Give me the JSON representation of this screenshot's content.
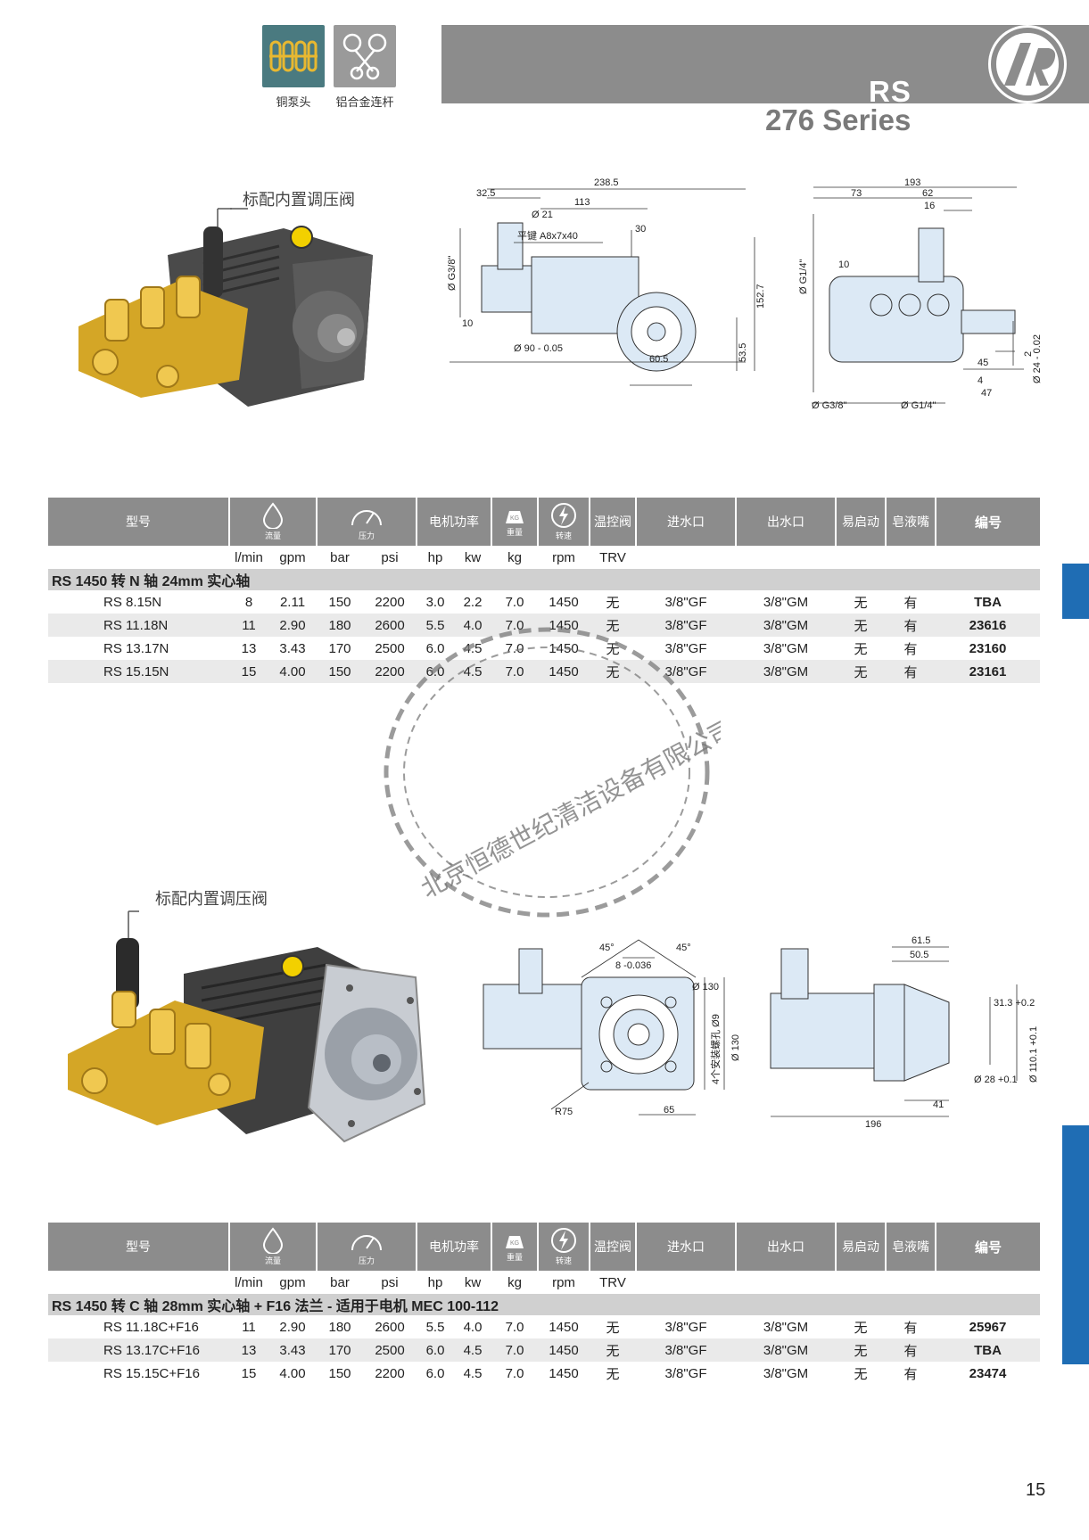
{
  "features": [
    {
      "icon": "copper-pump-head-icon",
      "label": "铜泵头",
      "color": "#4a7a80"
    },
    {
      "icon": "aluminum-connecting-rod-icon",
      "label": "铝合金连杆",
      "color": "#9a9a9a"
    }
  ],
  "header": {
    "series_code": "RS",
    "series_name": "276 Series",
    "logo_icon": "ar-logo-icon",
    "band_color": "#8c8c8c",
    "accent_color": "#1f6db4"
  },
  "product1": {
    "callout": "标配内置调压阀",
    "drawing_labels": {
      "d238": "238.5",
      "d32": "32.5",
      "d113": "113",
      "d21": "Ø 21",
      "g38": "Ø G3/8\"",
      "key": "平键 A8x7x40",
      "d30": "30",
      "d152": "152.7",
      "d53": "53.5",
      "d10": "10",
      "d90": "Ø 90 - 0.05",
      "d60": "60.5",
      "d193": "193",
      "d73": "73",
      "d62": "62",
      "d16": "16",
      "g14v": "Ø G1/4\"",
      "d10b": "10",
      "d45": "45",
      "d2": "2",
      "d4": "4",
      "d47": "47",
      "d24": "Ø 24 - 0.02",
      "g38b": "Ø G3/8\"",
      "g14b": "Ø G1/4\""
    }
  },
  "product2": {
    "callout": "标配内置调压阀",
    "drawing_labels": {
      "a45l": "45°",
      "a45r": "45°",
      "d8": "8 -0.036",
      "d130": "Ø 130",
      "holes": "4个安装螺孔 Ø9",
      "d130v": "Ø 130",
      "r75": "R75",
      "d65": "65",
      "d61": "61.5",
      "d50": "50.5",
      "d31": "31.3 +0.2",
      "d110": "Ø 110.1 +0.1",
      "d28": "Ø 28 +0.1",
      "d41": "41",
      "d196": "196"
    }
  },
  "table_headers": {
    "model": "型号",
    "flow_sub": "流量",
    "pressure_sub": "压力",
    "power": "电机功率",
    "weight_icon_text": "KG",
    "weight_sub": "重量",
    "speed_sub": "转速",
    "trv": "温控阀",
    "inlet": "进水口",
    "outlet": "出水口",
    "easy_start": "易启动",
    "soap": "皂液嘴",
    "code": "编号"
  },
  "units": [
    "l/min",
    "gpm",
    "bar",
    "psi",
    "hp",
    "kw",
    "kg",
    "rpm",
    "TRV"
  ],
  "table1": {
    "section": "RS 1450 转 N 轴 24mm 实心轴",
    "rows": [
      {
        "model": "RS 8.15N",
        "lmin": "8",
        "gpm": "2.11",
        "bar": "150",
        "psi": "2200",
        "hp": "3.0",
        "kw": "2.2",
        "kg": "7.0",
        "rpm": "1450",
        "trv": "无",
        "inlet": "3/8\"GF",
        "outlet": "3/8\"GM",
        "easy": "无",
        "soap": "有",
        "code": "TBA"
      },
      {
        "model": "RS 11.18N",
        "lmin": "11",
        "gpm": "2.90",
        "bar": "180",
        "psi": "2600",
        "hp": "5.5",
        "kw": "4.0",
        "kg": "7.0",
        "rpm": "1450",
        "trv": "无",
        "inlet": "3/8\"GF",
        "outlet": "3/8\"GM",
        "easy": "无",
        "soap": "有",
        "code": "23616"
      },
      {
        "model": "RS 13.17N",
        "lmin": "13",
        "gpm": "3.43",
        "bar": "170",
        "psi": "2500",
        "hp": "6.0",
        "kw": "4.5",
        "kg": "7.0",
        "rpm": "1450",
        "trv": "无",
        "inlet": "3/8\"GF",
        "outlet": "3/8\"GM",
        "easy": "无",
        "soap": "有",
        "code": "23160"
      },
      {
        "model": "RS 15.15N",
        "lmin": "15",
        "gpm": "4.00",
        "bar": "150",
        "psi": "2200",
        "hp": "6.0",
        "kw": "4.5",
        "kg": "7.0",
        "rpm": "1450",
        "trv": "无",
        "inlet": "3/8\"GF",
        "outlet": "3/8\"GM",
        "easy": "无",
        "soap": "有",
        "code": "23161"
      }
    ]
  },
  "table2": {
    "section": "RS 1450 转 C 轴 28mm 实心轴 + F16 法兰 - 适用于电机 MEC 100-112",
    "rows": [
      {
        "model": "RS 11.18C+F16",
        "lmin": "11",
        "gpm": "2.90",
        "bar": "180",
        "psi": "2600",
        "hp": "5.5",
        "kw": "4.0",
        "kg": "7.0",
        "rpm": "1450",
        "trv": "无",
        "inlet": "3/8\"GF",
        "outlet": "3/8\"GM",
        "easy": "无",
        "soap": "有",
        "code": "25967"
      },
      {
        "model": "RS 13.17C+F16",
        "lmin": "13",
        "gpm": "3.43",
        "bar": "170",
        "psi": "2500",
        "hp": "6.0",
        "kw": "4.5",
        "kg": "7.0",
        "rpm": "1450",
        "trv": "无",
        "inlet": "3/8\"GF",
        "outlet": "3/8\"GM",
        "easy": "无",
        "soap": "有",
        "code": "TBA"
      },
      {
        "model": "RS 15.15C+F16",
        "lmin": "15",
        "gpm": "4.00",
        "bar": "150",
        "psi": "2200",
        "hp": "6.0",
        "kw": "4.5",
        "kg": "7.0",
        "rpm": "1450",
        "trv": "无",
        "inlet": "3/8\"GF",
        "outlet": "3/8\"GM",
        "easy": "无",
        "soap": "有",
        "code": "23474"
      }
    ]
  },
  "stamp_text": "北京恒德世纪清洁设备有限公司",
  "page_number": "15"
}
